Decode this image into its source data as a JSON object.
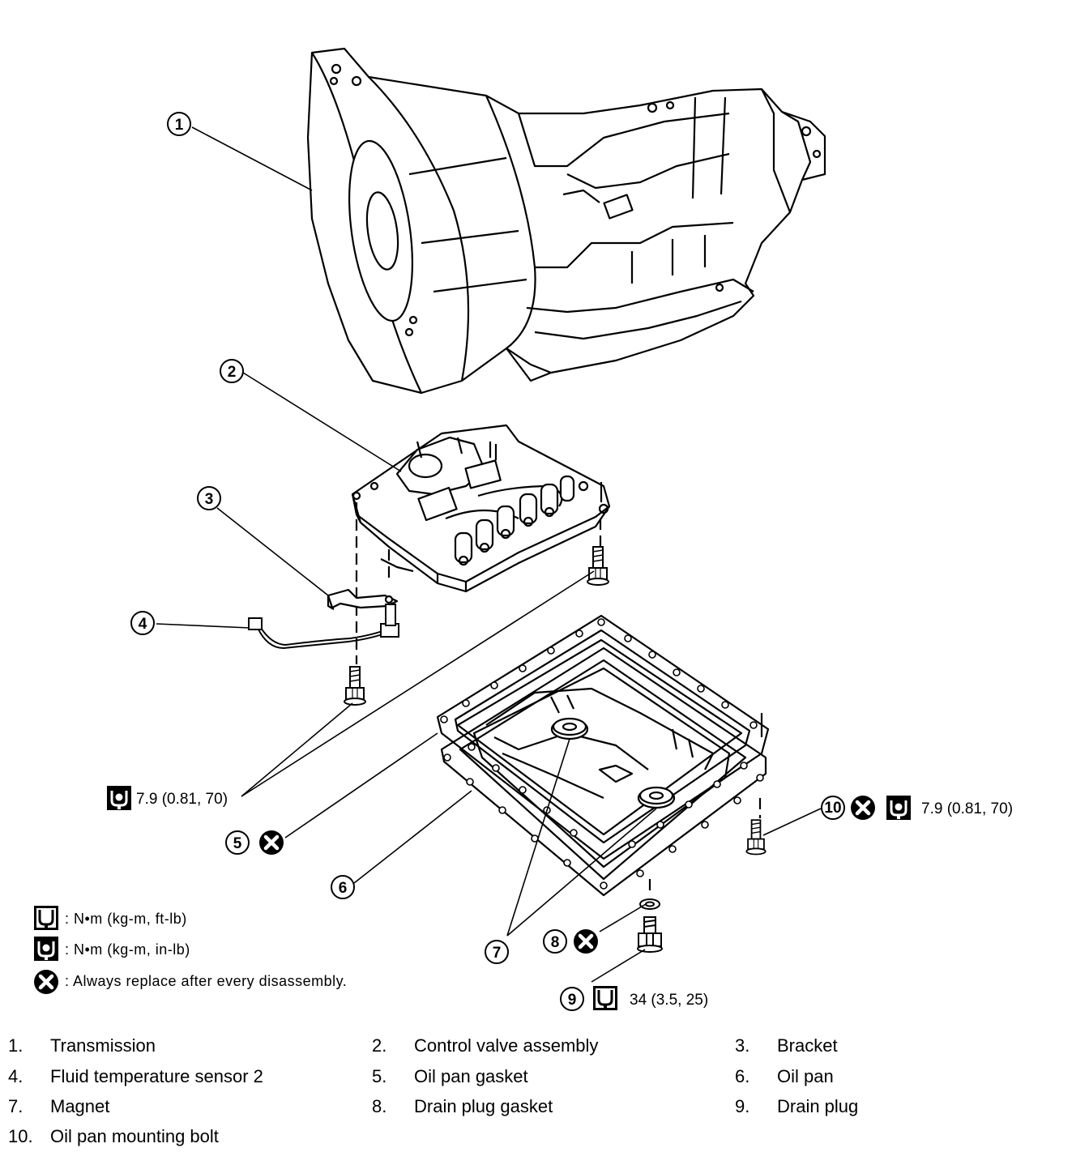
{
  "callouts": [
    "1",
    "2",
    "3",
    "4",
    "5",
    "6",
    "7",
    "8",
    "9",
    "10"
  ],
  "torque": {
    "sensor_bolts": "7.9 (0.81, 70)",
    "oil_pan_bolt": "7.9 (0.81, 70)",
    "drain_plug": "34 (3.5, 25)"
  },
  "legend": {
    "ft_lb": ": N•m  (kg-m,  ft-lb)",
    "in_lb": ": N•m  (kg-m,  in-lb)",
    "replace": ": Always replace after every disassembly."
  },
  "parts": [
    {
      "num": "1.",
      "name": "Transmission"
    },
    {
      "num": "2.",
      "name": "Control valve assembly"
    },
    {
      "num": "3.",
      "name": "Bracket"
    },
    {
      "num": "4.",
      "name": "Fluid temperature sensor 2"
    },
    {
      "num": "5.",
      "name": "Oil pan gasket"
    },
    {
      "num": "6.",
      "name": "Oil pan"
    },
    {
      "num": "7.",
      "name": "Magnet"
    },
    {
      "num": "8.",
      "name": "Drain plug gasket"
    },
    {
      "num": "9.",
      "name": "Drain plug"
    },
    {
      "num": "10.",
      "name": "Oil pan mounting bolt"
    }
  ],
  "icons": {
    "torque_in_lb": "torque-wrench-in-lb-icon",
    "torque_ft_lb": "torque-wrench-ft-lb-icon",
    "replace": "always-replace-icon"
  }
}
